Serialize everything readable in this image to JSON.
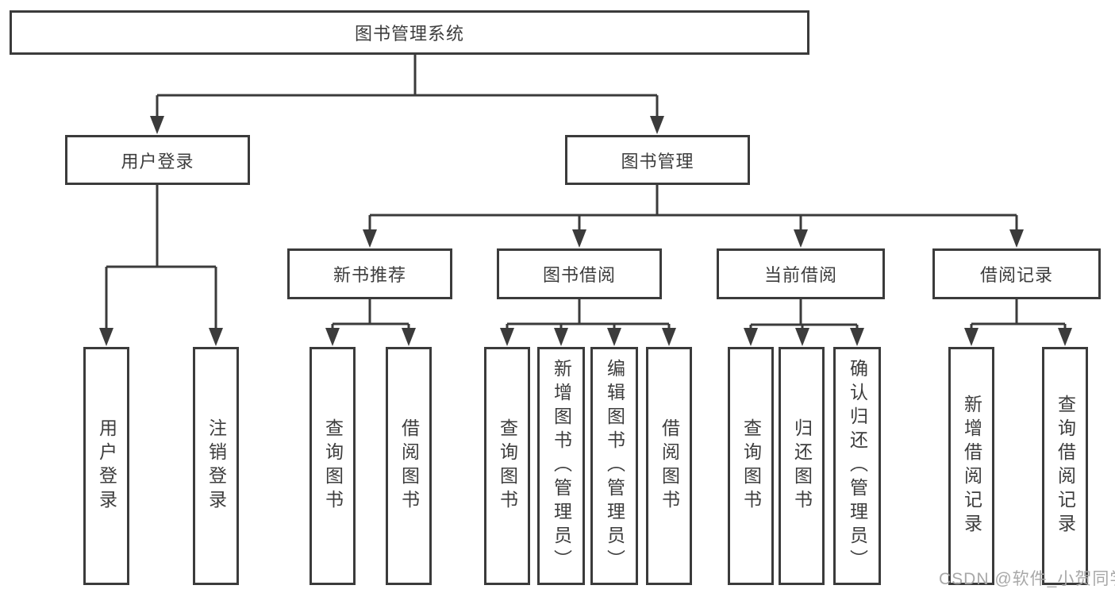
{
  "diagram_type": "hierarchy-tree",
  "colors": {
    "line": "#3b3b3b",
    "box_border": "#3b3b3b",
    "text": "#3d3d3d",
    "watermark": "#a8a8a8",
    "background": "#ffffff"
  },
  "tree": {
    "label": "图书管理系统",
    "children": [
      {
        "label": "用户登录",
        "children": [
          {
            "label": "用户登录"
          },
          {
            "label": "注销登录"
          }
        ]
      },
      {
        "label": "图书管理",
        "children": [
          {
            "label": "新书推荐",
            "children": [
              {
                "label": "查询图书"
              },
              {
                "label": "借阅图书"
              }
            ]
          },
          {
            "label": "图书借阅",
            "children": [
              {
                "label": "查询图书"
              },
              {
                "label": "新增图书（管理员）"
              },
              {
                "label": "编辑图书（管理员）"
              },
              {
                "label": "借阅图书"
              }
            ]
          },
          {
            "label": "当前借阅",
            "children": [
              {
                "label": "查询图书"
              },
              {
                "label": "归还图书"
              },
              {
                "label": "确认归还（管理员）"
              }
            ]
          },
          {
            "label": "借阅记录",
            "children": [
              {
                "label": "新增借阅记录"
              },
              {
                "label": "查询借阅记录"
              }
            ]
          }
        ]
      }
    ]
  },
  "watermark": {
    "text": "CSDN @软件_小贺同学"
  }
}
